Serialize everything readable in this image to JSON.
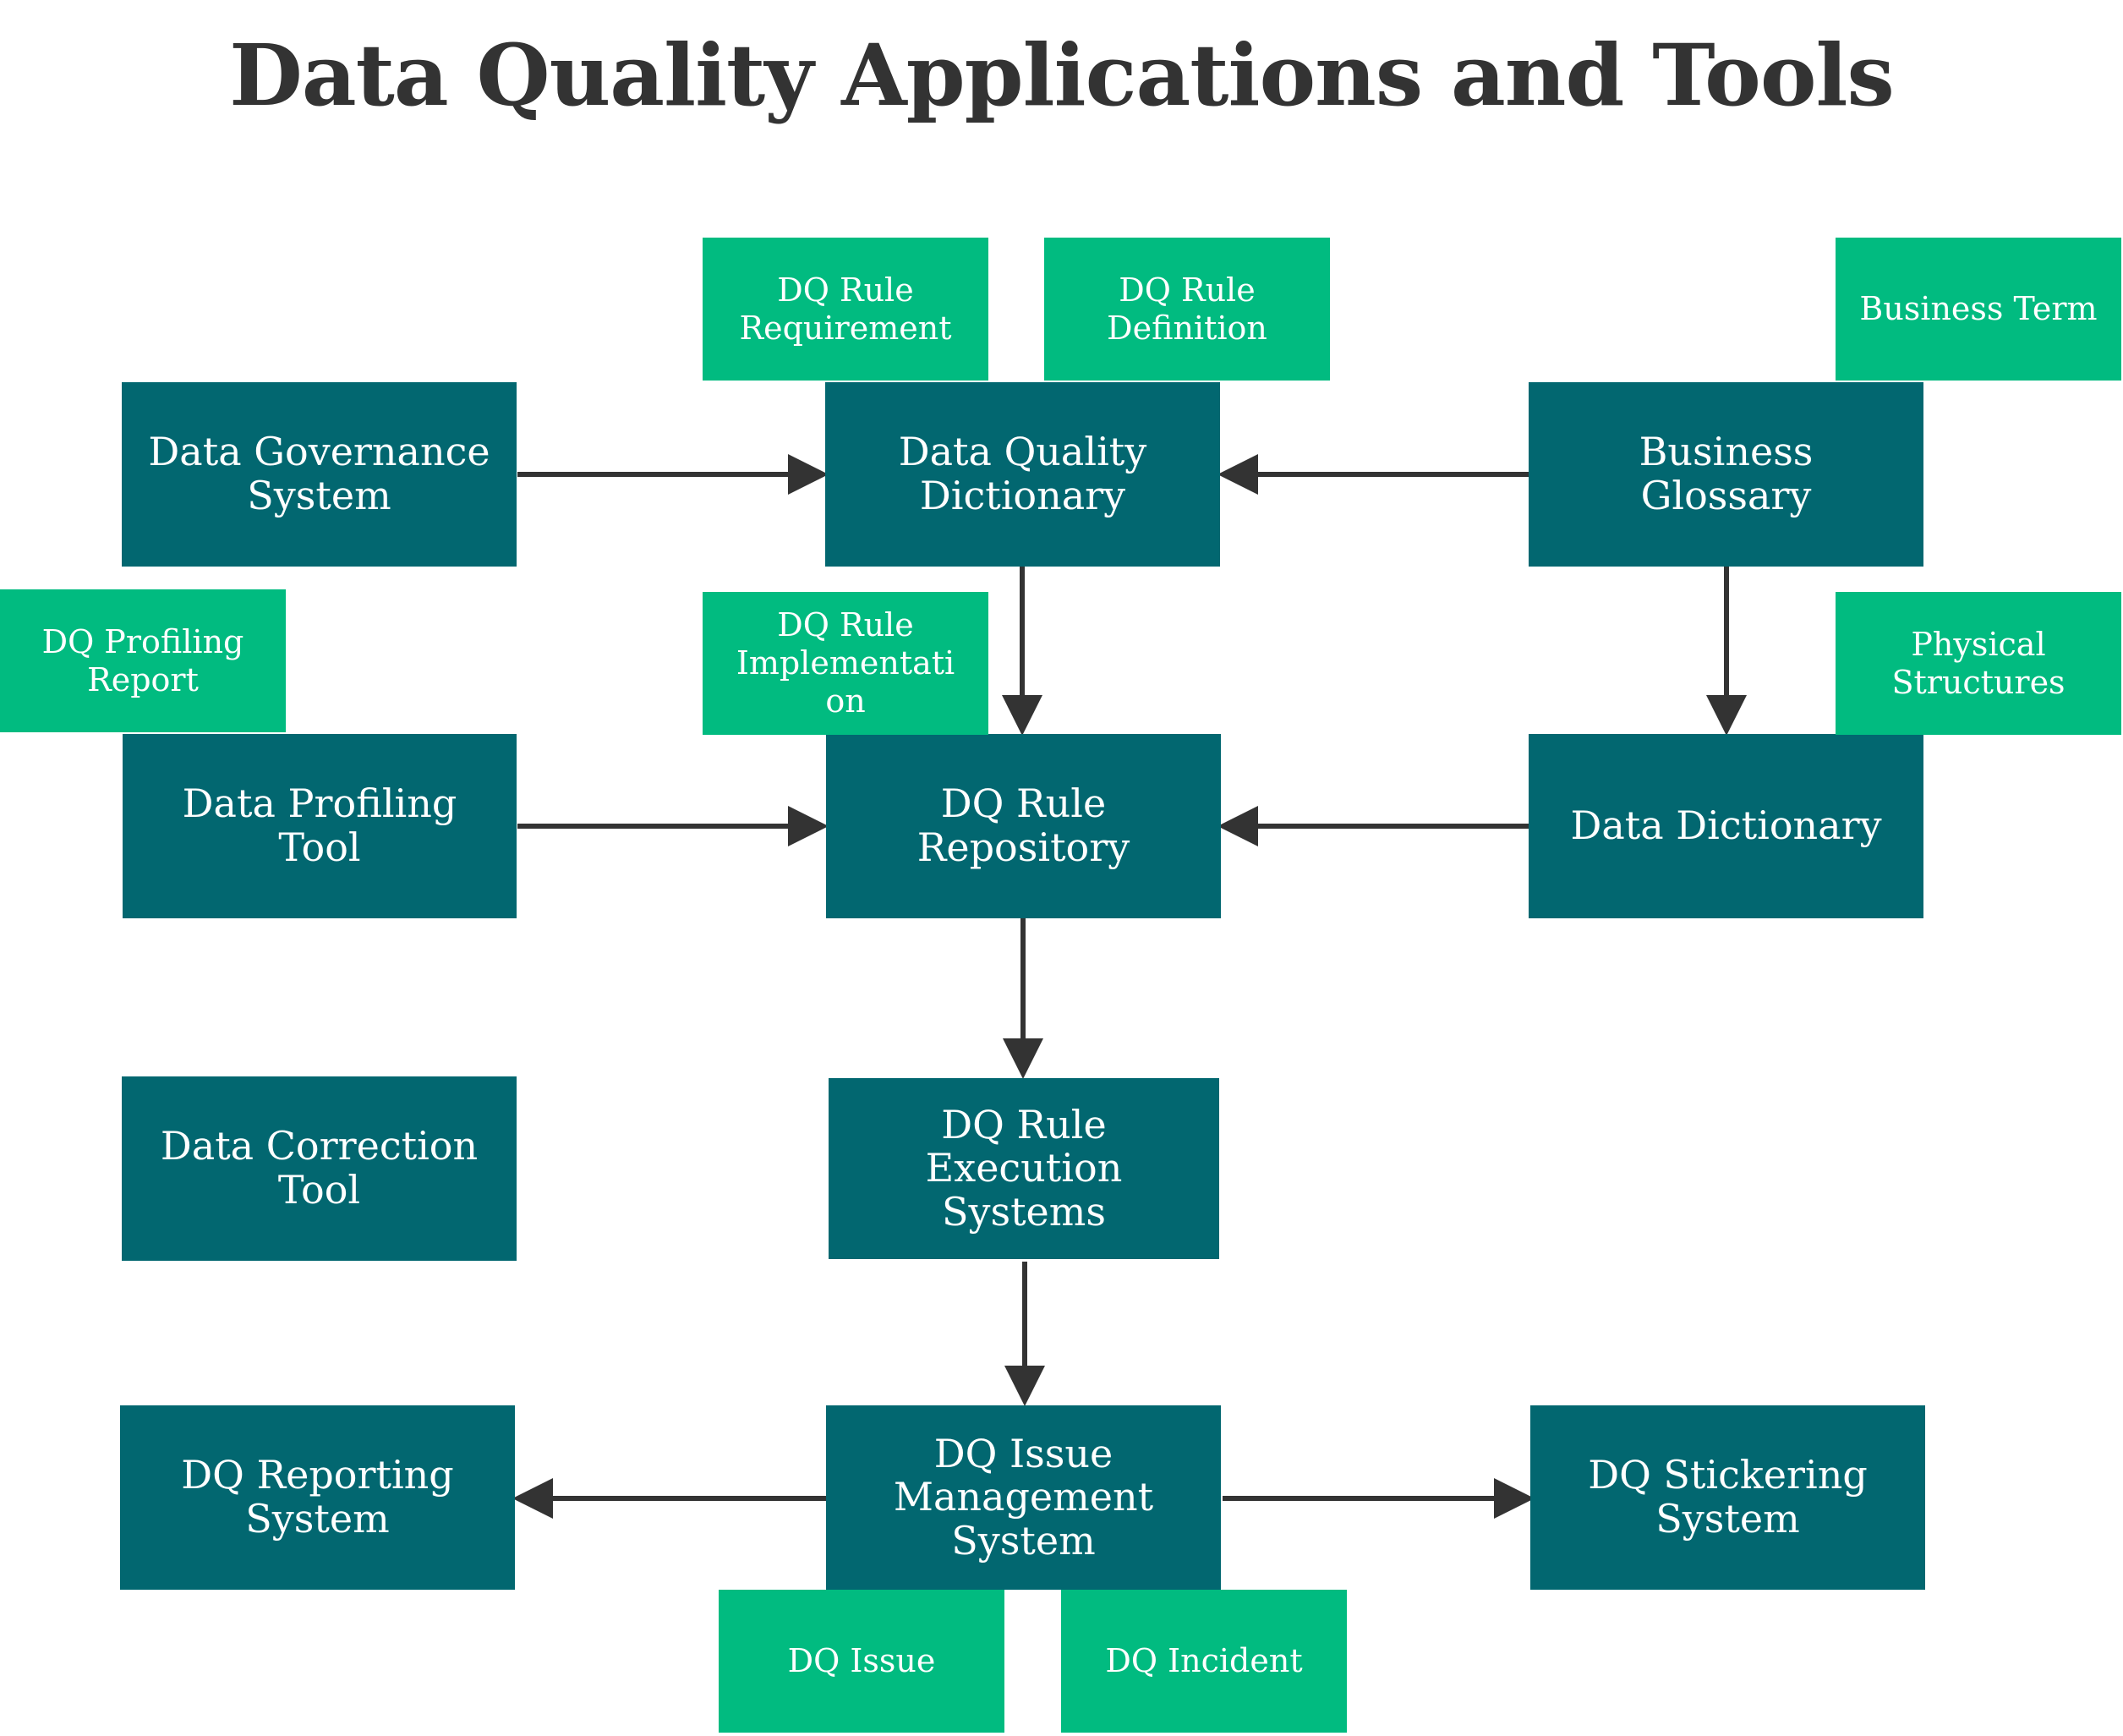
{
  "title": "Data Quality Applications and Tools",
  "colors": {
    "main_box": "#026770",
    "tag_box": "#01bb80",
    "arrow": "#333333",
    "title": "#333333"
  },
  "main_nodes": {
    "data_governance_system": "Data Governance\nSystem",
    "data_quality_dictionary": "Data Quality\nDictionary",
    "business_glossary": "Business\nGlossary",
    "data_profiling_tool": "Data Profiling\nTool",
    "dq_rule_repository": "DQ Rule\nRepository",
    "data_dictionary": "Data Dictionary",
    "data_correction_tool": "Data Correction\nTool",
    "dq_rule_execution_systems": "DQ Rule Execution\nSystems",
    "dq_reporting_system": "DQ Reporting\nSystem",
    "dq_issue_management_system": "DQ Issue\nManagement\nSystem",
    "dq_stickering_system": "DQ Stickering\nSystem"
  },
  "artifact_tags": {
    "dq_rule_requirement": "DQ Rule\nRequirement",
    "dq_rule_definition": "DQ Rule\nDefinition",
    "business_term": "Business Term",
    "dq_profiling_report": "DQ Profiling\nReport",
    "dq_rule_implementation": "DQ Rule\nImplementati\non",
    "physical_structures": "Physical\nStructures",
    "dq_issue": "DQ Issue",
    "dq_incident": "DQ Incident"
  },
  "connections": [
    {
      "from": "Data Governance System",
      "to": "Data Quality Dictionary"
    },
    {
      "from": "Business Glossary",
      "to": "Data Quality Dictionary"
    },
    {
      "from": "Data Quality Dictionary",
      "to": "DQ Rule Repository"
    },
    {
      "from": "Business Glossary",
      "to": "Data Dictionary"
    },
    {
      "from": "Data Profiling Tool",
      "to": "DQ Rule Repository"
    },
    {
      "from": "Data Dictionary",
      "to": "DQ Rule Repository"
    },
    {
      "from": "DQ Rule Repository",
      "to": "DQ Rule Execution Systems"
    },
    {
      "from": "DQ Rule Execution Systems",
      "to": "DQ Issue Management System"
    },
    {
      "from": "DQ Issue Management System",
      "to": "DQ Reporting System"
    },
    {
      "from": "DQ Issue Management System",
      "to": "DQ Stickering System"
    }
  ]
}
